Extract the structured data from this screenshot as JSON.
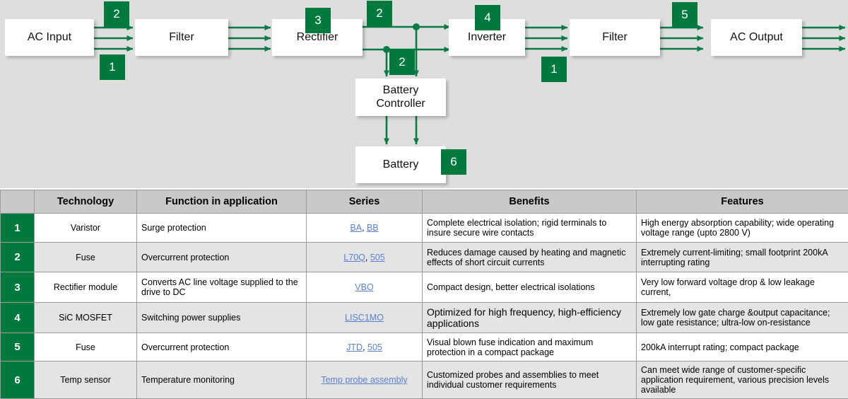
{
  "colors": {
    "accent_green": "#00793f",
    "diagram_bg": "#dedede",
    "header_bg": "#c9c9c9",
    "link_blue": "#5b7fd0",
    "row_alt_bg": "#e4e4e4"
  },
  "diagram": {
    "nodes": [
      {
        "id": "ac-input",
        "label": "AC Input"
      },
      {
        "id": "filter-in",
        "label": "Filter"
      },
      {
        "id": "rectifier",
        "label": "Rectifier"
      },
      {
        "id": "inverter",
        "label": "Inverter"
      },
      {
        "id": "filter-out",
        "label": "Filter"
      },
      {
        "id": "ac-output",
        "label": "AC Output"
      },
      {
        "id": "battery-controller",
        "label": "Battery\nController",
        "line1": "Battery",
        "line2": "Controller"
      },
      {
        "id": "battery",
        "label": "Battery"
      }
    ],
    "badges": [
      {
        "id": "badge-input-2",
        "value": "2"
      },
      {
        "id": "badge-input-1",
        "value": "1"
      },
      {
        "id": "badge-rectifier-3",
        "value": "3"
      },
      {
        "id": "badge-dcbus-2",
        "value": "2"
      },
      {
        "id": "badge-battctl-2",
        "value": "2"
      },
      {
        "id": "badge-inverter-4",
        "value": "4"
      },
      {
        "id": "badge-output-1",
        "value": "1"
      },
      {
        "id": "badge-output-5",
        "value": "5"
      },
      {
        "id": "badge-battery-6",
        "value": "6"
      }
    ]
  },
  "table": {
    "headers": [
      "",
      "Technology",
      "Function in application",
      "Series",
      "Benefits",
      "Features"
    ],
    "rows": [
      {
        "num": "1",
        "technology": "Varistor",
        "function": "Surge protection",
        "series_links": [
          "BA",
          "BB"
        ],
        "series_text": "BA, BB",
        "benefits": "Complete electrical isolation; rigid terminals to insure secure wire contacts",
        "features": "High energy absorption capability; wide operating voltage range (upto 2800 V)"
      },
      {
        "num": "2",
        "technology": "Fuse",
        "function": "Overcurrent protection",
        "series_links": [
          "L70Q",
          "505"
        ],
        "series_text": "L70Q, 505",
        "benefits": "Reduces damage caused by heating and magnetic effects of short circuit currents",
        "features": "Extremely current-limiting; small footprint 200kA interrupting rating"
      },
      {
        "num": "3",
        "technology": "Rectifier module",
        "function": "Converts AC line voltage supplied to the drive to DC",
        "series_links": [
          "VBO"
        ],
        "series_text": "VBO",
        "benefits": "Compact design, better electrical isolations",
        "features": "Very low forward voltage drop & low leakage current,"
      },
      {
        "num": "4",
        "technology": "SiC MOSFET",
        "function": "Switching power supplies",
        "series_links": [
          "LISC1MO"
        ],
        "series_text": "LISC1MO",
        "benefits": "Optimized for high frequency, high-efficiency applications",
        "features": "Extremely low gate charge &output capacitance; low gate resistance; ultra-low on-resistance"
      },
      {
        "num": "5",
        "technology": "Fuse",
        "function": "Overcurrent protection",
        "series_links": [
          "JTD",
          "505"
        ],
        "series_text": "JTD, 505",
        "benefits": "Visual blown fuse indication and maximum protection in a compact package",
        "features": "200kA  interrupt rating; compact package"
      },
      {
        "num": "6",
        "technology": "Temp sensor",
        "function": "Temperature monitoring",
        "series_links": [
          "Temp probe assembly"
        ],
        "series_text": "Temp probe assembly",
        "benefits": "Customized probes and assemblies to meet individual customer requirements",
        "features": "Can meet wide range of customer-specific application requirement, various precision levels available"
      }
    ]
  }
}
